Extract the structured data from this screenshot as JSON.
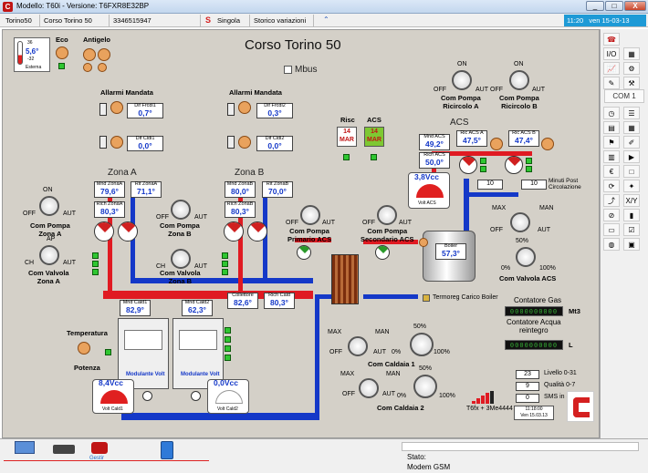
{
  "window": {
    "title": "Modello: T60i - Versione: T6FXR8E32BP",
    "min": "_",
    "max": "□",
    "close": "X"
  },
  "toolbar": {
    "device": "Torino50",
    "name": "Corso Torino 50",
    "phone": "3346515947",
    "mode": "Singola",
    "history": "Storico variazioni",
    "time": "11:20",
    "date": "ven 15-03-13"
  },
  "scada": {
    "title": "Corso Torino 50",
    "mbus": "Mbus",
    "ext_temp": {
      "max": "36",
      "value": "5,6°",
      "min": "-32",
      "label": "Esterna"
    },
    "eco": "Eco",
    "antigelo": "Antigelo",
    "allarmi_a": "Allarmi Mandata",
    "allarmi_b": "Allarmi Mandata",
    "dif_a1": {
      "lb": "Dif Frcdl1",
      "v": "0,7°"
    },
    "dif_a2": {
      "lb": "Dif Cldl1",
      "v": "0,0°"
    },
    "dif_b1": {
      "lb": "Dif Frcdl2",
      "v": "0,3°"
    },
    "dif_b2": {
      "lb": "Dif Cldl2",
      "v": "0,0°"
    },
    "zona_a": "Zona A",
    "zona_b": "Zona B",
    "mzA": {
      "lb": "Mnd ZonaA",
      "v": "79,6°"
    },
    "rzA": {
      "lb": "Rit ZonaA",
      "v": "71,1°"
    },
    "rcA": {
      "lb": "Rich ZonaA",
      "v": "80,3°"
    },
    "mzB": {
      "lb": "Mnd ZonaB",
      "v": "80,0°"
    },
    "rzB": {
      "lb": "Rit ZonaB",
      "v": "70,0°"
    },
    "rcB": {
      "lb": "Rich ZonaB",
      "v": "80,3°"
    },
    "pompa_a": "Com Pompa\nZona A",
    "pompa_b": "Com Pompa\nZona B",
    "valvola_a": "Com Valvola\nZona A",
    "valvola_b": "Com Valvola\nZona B",
    "pompa_prim": "Com Pompa\nPrimario ACS",
    "pompa_sec": "Com Pompa\nSecondario ACS",
    "risc": "Risc",
    "acs": "ACS",
    "cal_day": "14",
    "cal_mon": "MAR",
    "acs_title": "ACS",
    "ricirc_a": "Com Pompa\nRicircolo A",
    "ricirc_b": "Com Pompa\nRicircolo B",
    "macs": {
      "lb": "Mnd ACS",
      "v": "49,2°"
    },
    "racs": {
      "lb": "Rich ACS",
      "v": "50,0°"
    },
    "rica": {
      "lb": "Ric ACS A",
      "v": "47,5°"
    },
    "ricb": {
      "lb": "Ric ACS B",
      "v": "47,4°"
    },
    "min_a": "10",
    "min_b": "10",
    "minuti": "Minuti Post\nCircolazione",
    "volt_acs": {
      "v": "3,8Vcc",
      "lb": "Volt ACS"
    },
    "boiler": {
      "lb": "Boiler",
      "v": "57,3°"
    },
    "valv_acs": "Com Valvola ACS",
    "termoreg": "Termoreg Carico Boiler",
    "cont_gas": "Contatore Gas",
    "mt3": "Mt3",
    "gas_val": "0000000000",
    "cont_acqua": "Contatore Acqua\nreintegro",
    "l": "L",
    "acq_val": "0000000000",
    "mnd_cal1": {
      "lb": "Mnd Cald1",
      "v": "82,9°"
    },
    "mnd_cal2": {
      "lb": "Mnd Cald2",
      "v": "62,3°"
    },
    "collettore": {
      "lb": "Collettore",
      "v": "82,6°"
    },
    "ric_cald": {
      "lb": "Rich Cald",
      "v": "80,3°"
    },
    "modul": "Modulante Volt",
    "temperatura": "Temperatura",
    "potenza": "Potenza",
    "volt_c1": {
      "v": "8,4Vcc",
      "lb": "Volt Cald1"
    },
    "volt_c2": {
      "v": "0,0Vcc",
      "lb": "Volt Cald2"
    },
    "caldaia1": "Com Caldaia 1",
    "caldaia2": "Com Caldaia 2",
    "off": "OFF",
    "aut": "AUT",
    "on": "ON",
    "man": "MAN",
    "max": "MAX",
    "ch": "CH",
    "ap": "AP",
    "p0": "0%",
    "p50": "50%",
    "p100": "100%",
    "livello": {
      "v": "23",
      "lb": "Livello 0-31"
    },
    "qualita": {
      "v": "9",
      "lb": "Qualità 0-7"
    },
    "sms": {
      "v": "0",
      "lb": "SMS in SIM"
    },
    "signal": "T6fx + 3Me4444",
    "clock": {
      "t": "11:18:00",
      "d": "Ven 15.03.13"
    }
  },
  "status": {
    "stato": "Stato:",
    "modem": "Modem GSM",
    "user": "Gestir"
  },
  "colors": {
    "pipe_red": "#e01a22",
    "pipe_blue": "#1438c8",
    "value_blue": "#1438c8",
    "led_green": "#2fc631"
  }
}
